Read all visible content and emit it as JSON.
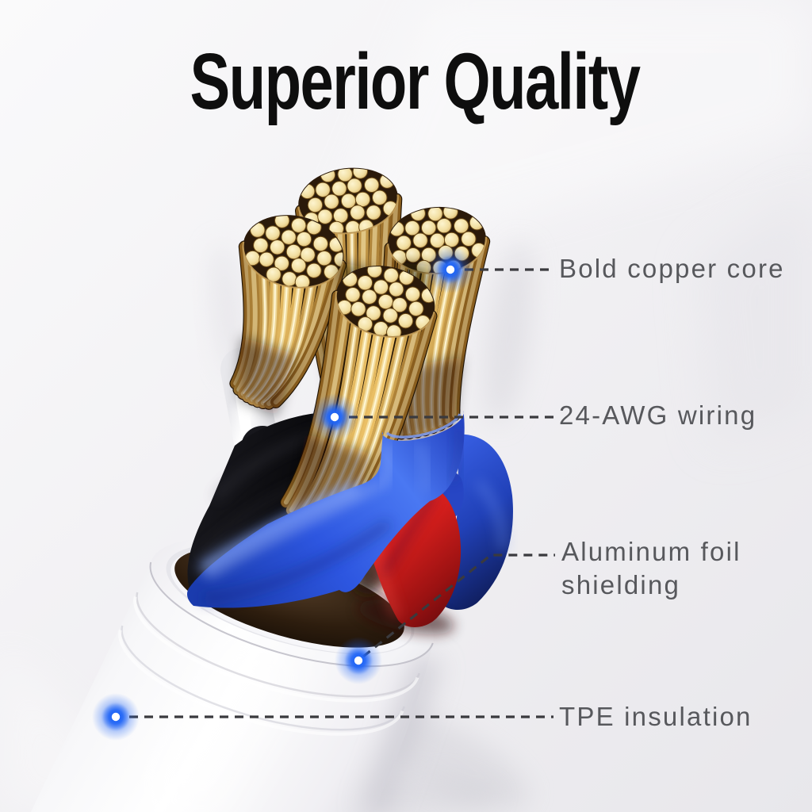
{
  "title": "Superior Quality",
  "callouts": [
    {
      "id": "copper-core",
      "label": "Bold copper core"
    },
    {
      "id": "awg-wiring",
      "label": "24-AWG wiring"
    },
    {
      "id": "foil-shielding",
      "label": "Aluminum foil shielding"
    },
    {
      "id": "tpe-insulation",
      "label": "TPE insulation"
    }
  ],
  "colors": {
    "background": "#f1f0f3",
    "title": "#0e0e0e",
    "label": "#57585c",
    "leader_line": "#3a3a3e",
    "dot_core": "#ffffff",
    "dot_glow": "#1e63f5",
    "copper_light": "#fdf3cc",
    "copper_mid": "#d9a94e",
    "copper_dark": "#6b4716",
    "jacket_white": "#fdfdfe",
    "foil_black": "#0b0b0e",
    "wrap_blue": "#2d56e0",
    "wire_red": "#d81f1d"
  }
}
